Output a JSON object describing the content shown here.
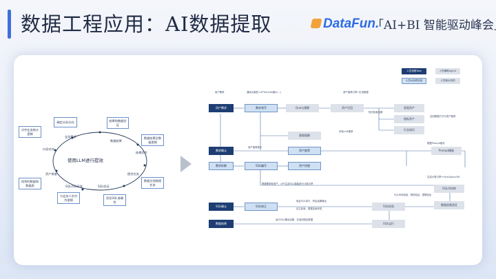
{
  "header": {
    "title": "数据工程应用：AI数据提取",
    "logo_text": "DataFun.",
    "summit": "「AI+BI 智能驱动峰会」"
  },
  "cycle": {
    "center": "使用LLM进行提效",
    "nodes": [
      {
        "id": "n1",
        "text": "确定分析方向"
      },
      {
        "id": "n2",
        "text": "结果和数据验证"
      },
      {
        "id": "n3",
        "text": "数据结果及数据逻辑"
      },
      {
        "id": "n4",
        "text": "数据文档梳理任务"
      },
      {
        "id": "n5",
        "text": "验证SQL准确性"
      },
      {
        "id": "n6",
        "text": "与业务二次对齐逻辑"
      },
      {
        "id": "n7",
        "text": "找到的数据和数据表"
      },
      {
        "id": "n8",
        "text": "对齐业务统计逻辑"
      }
    ],
    "labels": [
      {
        "id": "l1",
        "text": "业务需求"
      },
      {
        "id": "l2",
        "text": "数据结果"
      },
      {
        "id": "l3",
        "text": "结果交付"
      },
      {
        "id": "l4",
        "text": "提交任务"
      },
      {
        "id": "l5",
        "text": "SQL验证"
      },
      {
        "id": "l6",
        "text": "SQL代码开发"
      },
      {
        "id": "l7",
        "text": "资产探查"
      },
      {
        "id": "l8",
        "text": "口径对齐"
      }
    ]
  },
  "legend": {
    "items": [
      "人员流程Task",
      "人员辅助Agent",
      "人员AI协同完成",
      "人员和AI协同"
    ]
  },
  "flow": {
    "top_labels": [
      "用户需求",
      "通用大模型+GPTs(GLM/通义/...)",
      "资产推荐引擎+生成数据"
    ],
    "boxes": [
      {
        "id": "f1",
        "text": "用户需求",
        "style": "dark"
      },
      {
        "id": "f2",
        "text": "需求改写",
        "style": "light"
      },
      {
        "id": "f3",
        "text": "Query理解",
        "style": "grey"
      },
      {
        "id": "f4",
        "text": "资产召回",
        "style": "grey"
      },
      {
        "id": "f5",
        "text": "表类资产",
        "style": "grey"
      },
      {
        "id": "f6",
        "text": "指标资产",
        "style": "grey"
      },
      {
        "id": "f7",
        "text": "行业知识",
        "style": "grey"
      },
      {
        "id": "f8",
        "text": "意图理解",
        "style": "grey"
      },
      {
        "id": "f9",
        "text": "需求确认",
        "style": "dark"
      },
      {
        "id": "f10",
        "text": "资产推荐",
        "style": "light"
      },
      {
        "id": "f11",
        "text": "需求拆解",
        "style": "light"
      },
      {
        "id": "f12",
        "text": "SQL编写",
        "style": "light"
      },
      {
        "id": "f13",
        "text": "资产挖掘",
        "style": "light"
      },
      {
        "id": "f14",
        "text": "Prompt模板",
        "style": "grey"
      },
      {
        "id": "f15",
        "text": "SQL代码转",
        "style": "grey"
      },
      {
        "id": "f16",
        "text": "数据权限验证",
        "style": "grey"
      },
      {
        "id": "f17",
        "text": "SQL确认",
        "style": "dark"
      },
      {
        "id": "f18",
        "text": "SQL修正",
        "style": "light"
      },
      {
        "id": "f19",
        "text": "SQL检验",
        "style": "grey"
      },
      {
        "id": "f20",
        "text": "数据结果",
        "style": "dark"
      },
      {
        "id": "f21",
        "text": "SQL运行",
        "style": "grey"
      }
    ],
    "notes": [
      {
        "id": "t1",
        "text": "知识检索结果"
      },
      {
        "id": "t2",
        "text": "召回数据方式与资产推荐"
      },
      {
        "id": "t3",
        "text": "本地LLM推荐"
      },
      {
        "id": "t4",
        "text": "资产推荐提示"
      },
      {
        "id": "t5",
        "text": "根据Prompt组件"
      },
      {
        "id": "t6",
        "text": "根据需求和资产，GPT生成SQL模版进行计算引擎"
      },
      {
        "id": "t7",
        "text": "生成计算引擎+Hive/Spark/SR"
      },
      {
        "id": "t8",
        "text": "SQL代码检验、规则验证、逻辑验证"
      },
      {
        "id": "t9",
        "text": "验证SQL执行，然后结果输出"
      },
      {
        "id": "t10",
        "text": "运行SQL撤出结果，并返回相应数据"
      },
      {
        "id": "t11",
        "text": "自主检索，数据血缘完成"
      }
    ]
  }
}
